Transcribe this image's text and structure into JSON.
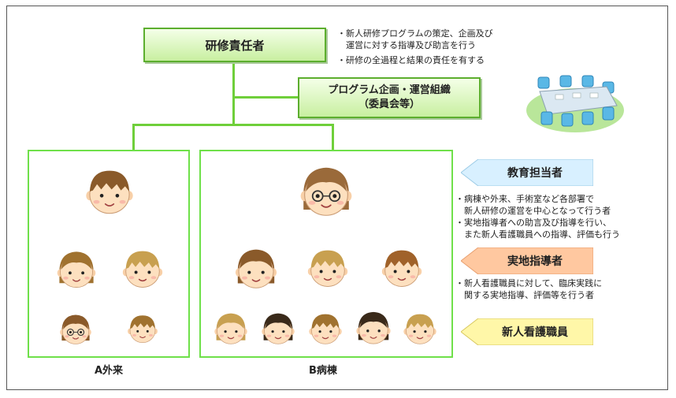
{
  "top_box": {
    "label": "研修責任者"
  },
  "top_notes": [
    "・新人研修プログラムの策定、企画及び",
    "　運営に対する指導及び助言を行う",
    "・研修の全過程と結果の責任を有する"
  ],
  "program_box": {
    "line1": "プログラム企画・運営組織",
    "line2": "（委員会等）"
  },
  "tags": {
    "education": "教育担当者",
    "onsite": "実地指導者",
    "newcomer": "新人看護職員"
  },
  "education_notes": [
    "・病棟や外来、手術室など各部署で",
    "　新人研修の運営を中心となって行う者",
    "・実地指導者への助言及び指導を行い、",
    "　また新人看護職員への指導、評価も行う"
  ],
  "onsite_notes": [
    "・新人看護職員に対して、臨床実践に",
    "　関する実地指導、評価等を行う者"
  ],
  "panels": {
    "left_caption": "A外来",
    "right_caption": "B病棟"
  },
  "colors": {
    "box_border": "#5cae2e",
    "line": "#6fcf3a",
    "education_tag": "#d8f0ff",
    "onsite_tag": "#ffc8a0",
    "newcomer_tag": "#fff7a8"
  }
}
